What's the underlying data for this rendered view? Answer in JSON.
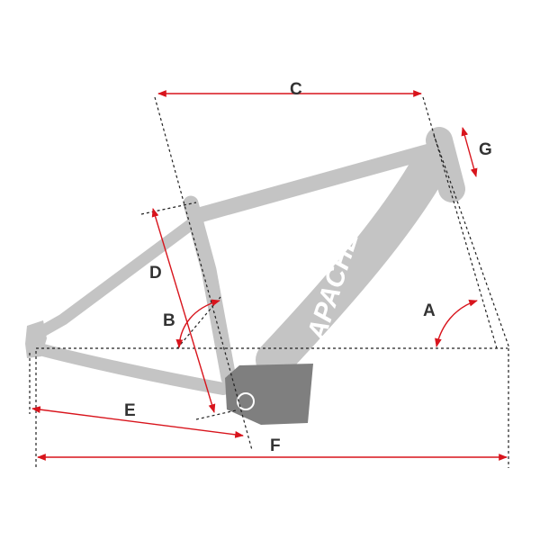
{
  "frame": {
    "brand_text": "APACHE",
    "frame_color": "#c4c4c4",
    "motor_color": "#7f7f7f",
    "dimension_color": "#d8141c",
    "guide_color": "#222222"
  },
  "dimensions": {
    "A": "A",
    "B": "B",
    "C": "C",
    "D": "D",
    "E": "E",
    "F": "F",
    "G": "G"
  }
}
